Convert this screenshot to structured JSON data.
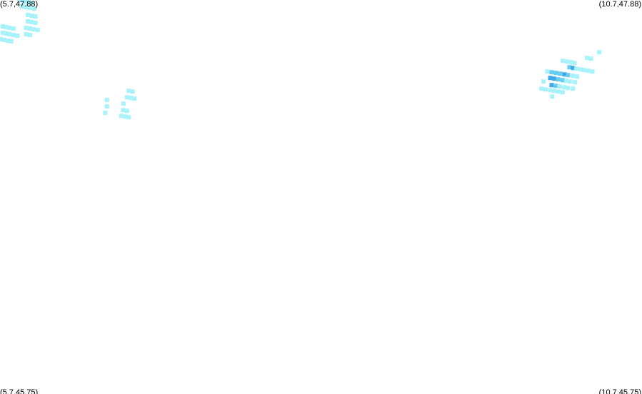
{
  "corners": {
    "top_left": "(5.7,47.88)",
    "top_right": "(10.7,47.88)",
    "bottom_left": "(5.7,45.75)",
    "bottom_right": "(10.7,45.75)"
  },
  "bounds": {
    "lon_min": 5.7,
    "lon_max": 10.7,
    "lat_min": 45.75,
    "lat_max": 47.88
  },
  "colors": {
    "low": "#a8f3fb",
    "mid": "#66ccf2",
    "high": "#3fa7ea"
  },
  "points": [
    [
      5.7215,
      47.7374,
      "low"
    ],
    [
      5.7473,
      47.7336,
      "low"
    ],
    [
      5.7746,
      47.7297,
      "low"
    ],
    [
      5.8047,
      47.7258,
      "low"
    ],
    [
      5.7215,
      47.7027,
      "low"
    ],
    [
      5.7473,
      47.6989,
      "low"
    ],
    [
      5.7746,
      47.695,
      "low"
    ],
    [
      5.8047,
      47.6911,
      "low"
    ],
    [
      5.8353,
      47.6872,
      "low"
    ],
    [
      5.7076,
      47.668,
      "low"
    ],
    [
      5.7335,
      47.6641,
      "low"
    ],
    [
      5.7621,
      47.6602,
      "low"
    ],
    [
      5.7885,
      47.6564,
      "low"
    ],
    [
      5.8603,
      47.8761,
      "low"
    ],
    [
      5.8909,
      47.8722,
      "low"
    ],
    [
      5.921,
      47.8684,
      "low"
    ],
    [
      5.9511,
      47.8645,
      "low"
    ],
    [
      5.8742,
      47.8452,
      "low"
    ],
    [
      5.9043,
      47.8414,
      "low"
    ],
    [
      5.9343,
      47.8375,
      "low"
    ],
    [
      5.965,
      47.8336,
      "low"
    ],
    [
      5.9176,
      47.7992,
      "low"
    ],
    [
      5.9482,
      47.7953,
      "low"
    ],
    [
      5.9761,
      47.7914,
      "low"
    ],
    [
      5.9176,
      47.7644,
      "low"
    ],
    [
      5.9482,
      47.7606,
      "low"
    ],
    [
      5.9761,
      47.7567,
      "low"
    ],
    [
      5.9037,
      47.7297,
      "low"
    ],
    [
      5.9343,
      47.7258,
      "low"
    ],
    [
      5.9622,
      47.7219,
      "low"
    ],
    [
      5.9928,
      47.7181,
      "low"
    ],
    [
      5.9037,
      47.695,
      "low"
    ],
    [
      5.9343,
      47.6911,
      "low"
    ],
    [
      6.5334,
      47.3398,
      "low"
    ],
    [
      6.5334,
      47.3051,
      "low"
    ],
    [
      6.5195,
      47.2704,
      "low"
    ],
    [
      6.703,
      47.3891,
      "low"
    ],
    [
      6.7336,
      47.3852,
      "low"
    ],
    [
      6.6891,
      47.3544,
      "low"
    ],
    [
      6.7197,
      47.3505,
      "low"
    ],
    [
      6.7475,
      47.3466,
      "low"
    ],
    [
      6.6613,
      47.3197,
      "low"
    ],
    [
      6.6585,
      47.2849,
      "low"
    ],
    [
      6.6891,
      47.2811,
      "low"
    ],
    [
      6.6446,
      47.2541,
      "low"
    ],
    [
      6.6724,
      47.2502,
      "low"
    ],
    [
      6.703,
      47.2463,
      "low"
    ],
    [
      10.3663,
      47.5975,
      "low"
    ],
    [
      10.2717,
      47.5667,
      "low"
    ],
    [
      10.3024,
      47.5628,
      "low"
    ],
    [
      10.0825,
      47.5512,
      "low"
    ],
    [
      10.1154,
      47.5474,
      "low"
    ],
    [
      10.1488,
      47.5435,
      "low"
    ],
    [
      10.1739,
      47.5396,
      "low"
    ],
    [
      10.1349,
      47.5165,
      "mid"
    ],
    [
      10.1627,
      47.5126,
      "high"
    ],
    [
      10.1878,
      47.5088,
      "low"
    ],
    [
      10.2206,
      47.5049,
      "low"
    ],
    [
      10.2495,
      47.501,
      "low"
    ],
    [
      10.2829,
      47.4972,
      "low"
    ],
    [
      10.3141,
      47.4933,
      "low"
    ],
    [
      9.9629,
      47.4933,
      "low"
    ],
    [
      9.9963,
      47.4894,
      "mid"
    ],
    [
      10.0297,
      47.4856,
      "mid"
    ],
    [
      10.0625,
      47.4817,
      "mid"
    ],
    [
      10.0965,
      47.4778,
      "high"
    ],
    [
      10.1237,
      47.474,
      "mid"
    ],
    [
      10.1627,
      47.4701,
      "low"
    ],
    [
      10.1934,
      47.4662,
      "low"
    ],
    [
      9.9851,
      47.4585,
      "high"
    ],
    [
      10.0152,
      47.4547,
      "high"
    ],
    [
      10.0486,
      47.4508,
      "mid"
    ],
    [
      10.082,
      47.4469,
      "mid"
    ],
    [
      10.1098,
      47.4431,
      "low"
    ],
    [
      10.1416,
      47.4392,
      "low"
    ],
    [
      10.1778,
      47.4353,
      "low"
    ],
    [
      9.9323,
      47.4392,
      "low"
    ],
    [
      9.9963,
      47.4199,
      "high"
    ],
    [
      10.0258,
      47.416,
      "mid"
    ],
    [
      10.0603,
      47.4122,
      "low"
    ],
    [
      10.0959,
      47.4083,
      "low"
    ],
    [
      10.1238,
      47.4044,
      "low"
    ],
    [
      10.1627,
      47.4006,
      "low"
    ],
    [
      9.9156,
      47.4006,
      "low"
    ],
    [
      9.949,
      47.3967,
      "low"
    ],
    [
      9.9852,
      47.3928,
      "low"
    ],
    [
      10.0158,
      47.389,
      "low"
    ],
    [
      10.0492,
      47.3851,
      "low"
    ],
    [
      10.082,
      47.3812,
      "low"
    ],
    [
      10.0008,
      47.3581,
      "low"
    ]
  ]
}
